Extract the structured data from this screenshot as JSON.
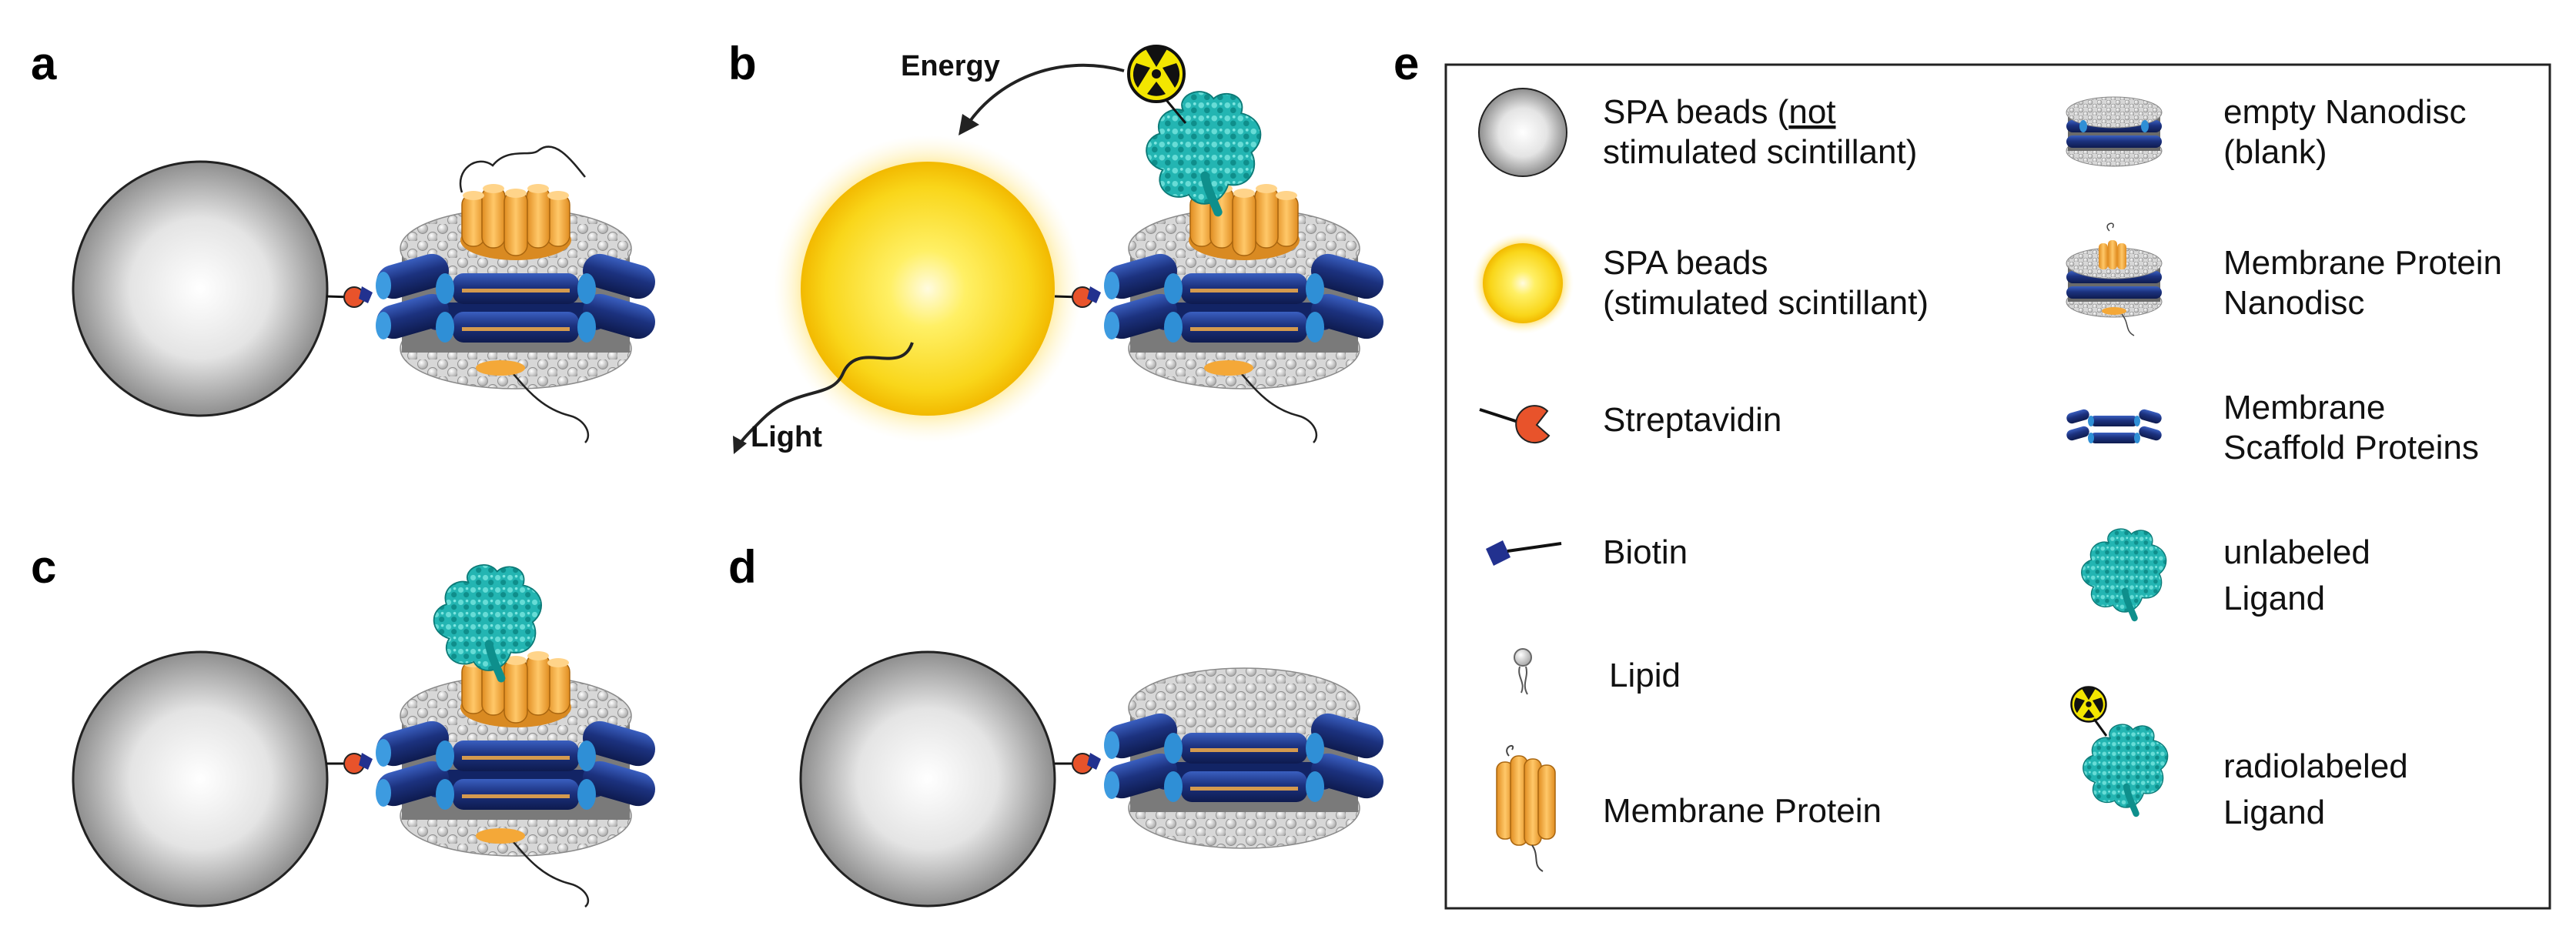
{
  "panels": {
    "a": "a",
    "b": "b",
    "c": "c",
    "d": "d",
    "e": "e"
  },
  "annotations": {
    "energy": "Energy",
    "light": "Light"
  },
  "legend": {
    "spa_not_stim": {
      "line1_pre": "SPA beads (",
      "line1_underlined": "not",
      "line1_post": "",
      "line2": "stimulated scintillant)"
    },
    "spa_stim": {
      "line1": "SPA beads",
      "line2": "(stimulated scintillant)"
    },
    "streptavidin": "Streptavidin",
    "biotin": "Biotin",
    "lipid": "Lipid",
    "membrane_protein": "Membrane Protein",
    "empty_nanodisc": {
      "line1": "empty Nanodisc",
      "line2": "(blank)"
    },
    "mp_nanodisc": {
      "line1": "Membrane Protein",
      "line2": "Nanodisc"
    },
    "msp": {
      "line1": "Membrane",
      "line2": "Scaffold Proteins"
    },
    "unlabeled_ligand": {
      "line1": "unlabeled",
      "line2": "Ligand"
    },
    "radiolabeled_ligand": {
      "line1": "radiolabeled",
      "line2": "Ligand"
    }
  },
  "colors": {
    "bead_gray": "#9a9a9a",
    "bead_yellow": "#f7d316",
    "streptavidin": "#e8532b",
    "biotin": "#22318f",
    "scaffold": "#1d3a8a",
    "scaffold_tip": "#2f8fd6",
    "protein": "#f4a838",
    "ligand": "#1fb3b0",
    "radiation": "#f3e600"
  }
}
